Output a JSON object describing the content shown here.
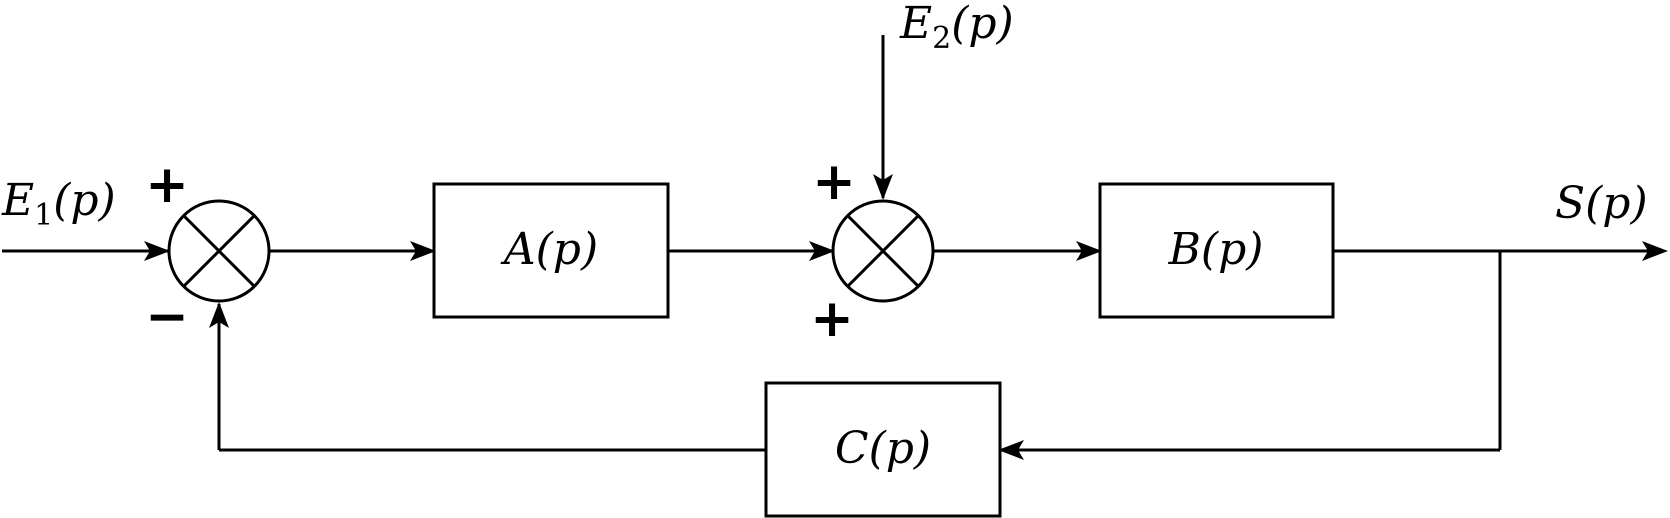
{
  "inputs": {
    "e1": {
      "base": "E",
      "sub": "1",
      "arg": "(p)"
    },
    "e2": {
      "base": "E",
      "sub": "2",
      "arg": "(p)"
    }
  },
  "output": {
    "label": "S(p)"
  },
  "blocks": {
    "a": "A(p)",
    "b": "B(p)",
    "c": "C(p)"
  },
  "summing_junctions": {
    "first": {
      "top_sign": "+",
      "bottom_sign": "−"
    },
    "second": {
      "top_sign": "+",
      "bottom_sign": "+"
    }
  }
}
